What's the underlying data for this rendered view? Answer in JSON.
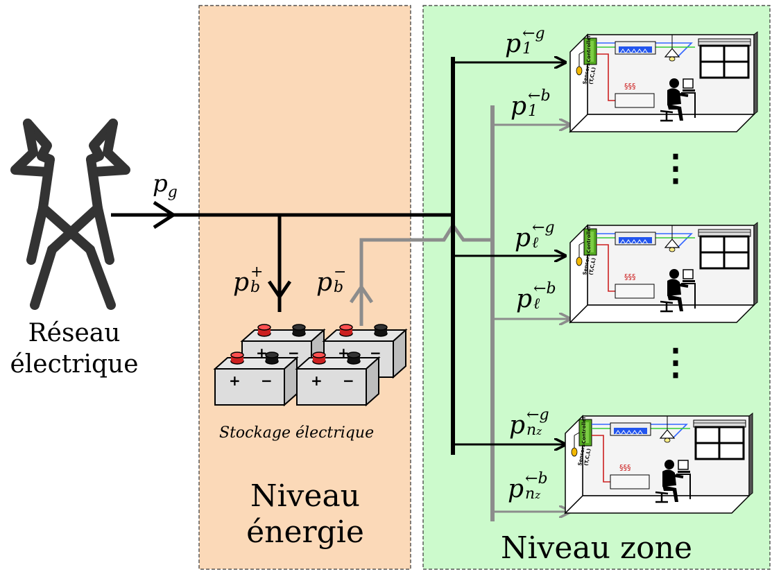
{
  "grid": {
    "label_line1": "Réseau",
    "label_line2": "électrique"
  },
  "energy_level": {
    "label_line1": "Niveau",
    "label_line2": "énergie",
    "storage_label": "Stockage électrique"
  },
  "zone_level": {
    "label": "Niveau zone",
    "ellipsis": "⋮"
  },
  "flows": {
    "grid": {
      "base": "p",
      "sub": "g"
    },
    "charge": {
      "base": "p",
      "sub": "b",
      "sup": "+"
    },
    "discharge": {
      "base": "p",
      "sub": "b",
      "sup": "−"
    },
    "z1_grid": {
      "base": "p",
      "sub": "1",
      "sup": "←g"
    },
    "z1_battery": {
      "base": "p",
      "sub": "1",
      "sup": "←b"
    },
    "zl_grid": {
      "base": "p",
      "sub": "ℓ",
      "sup": "←g"
    },
    "zl_battery": {
      "base": "p",
      "sub": "ℓ",
      "sup": "←b"
    },
    "zn_grid": {
      "base": "p",
      "sub": "n",
      "subsub": "z",
      "sup": "←g"
    },
    "zn_battery": {
      "base": "p",
      "sub": "n",
      "subsub": "z",
      "sup": "←b"
    }
  },
  "room": {
    "controller_label": "Controller",
    "sensor_label": "Sensors",
    "sensor_detail": "(T,C,L)",
    "heat_symbol": "§§§"
  },
  "colors": {
    "energy_panel": "#fbd9b8",
    "zone_panel": "#ccfacc",
    "grid_line": "#000000",
    "battery_line": "#8c8c8c",
    "tower": "#333333",
    "battery_terminal_pos": "#cc1f1f"
  }
}
